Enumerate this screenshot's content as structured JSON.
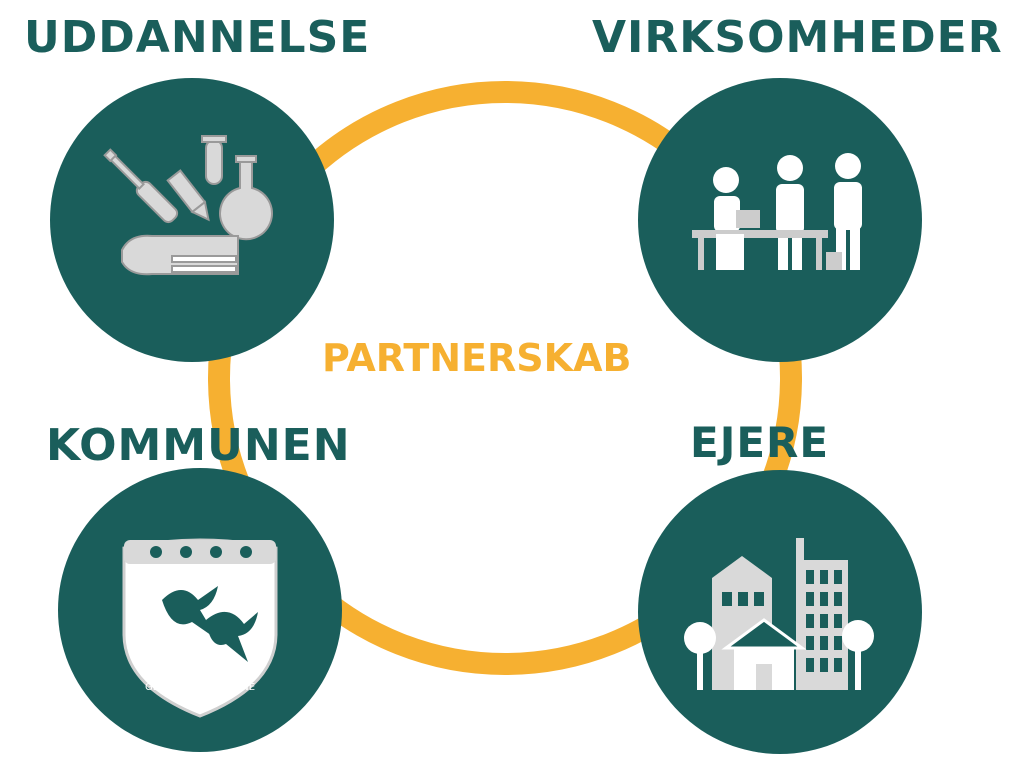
{
  "center": {
    "label": "PARTNERSKAB"
  },
  "nodes": [
    {
      "id": "uddannelse",
      "label": "UDDANNELSE",
      "icon": "education-icon"
    },
    {
      "id": "virksomheder",
      "label": "VIRKSOMHEDER",
      "icon": "business-meeting-icon"
    },
    {
      "id": "kommunen",
      "label": "KOMMUNEN",
      "icon": "gladsaxe-crest-icon",
      "crest_text": "GLADSAXE KOMMUNE"
    },
    {
      "id": "ejere",
      "label": "EJERE",
      "icon": "buildings-icon"
    }
  ],
  "colors": {
    "teal": "#1a5e5b",
    "ring": "#f6b031",
    "icon": "#d9d9d9"
  }
}
